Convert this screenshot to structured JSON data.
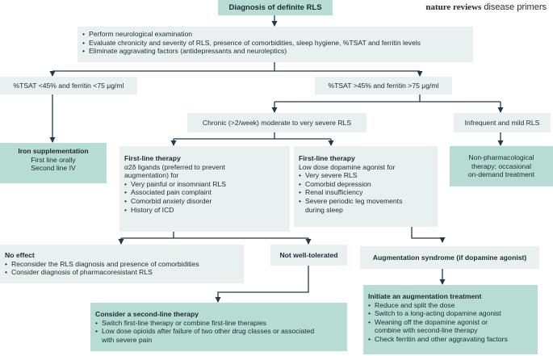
{
  "brand": {
    "bold": "nature reviews",
    "rest": " disease primers"
  },
  "title": "Diagnosis of definite RLS",
  "initial_steps": [
    "Perform neurological examination",
    "Evaluate chronicity and severity of RLS, presence of comorbidities, sleep hygiene, %TSAT and ferritin levels",
    "Eliminate aggravating factors (antidepressants and neuroleptics)"
  ],
  "branch_low": "%TSAT <45% and ferritin <75 μg/ml",
  "branch_high": "%TSAT >45% and ferritin >75 μg/ml",
  "iron": {
    "title": "Iron supplementation",
    "line1": "First line orally",
    "line2": "Second line IV"
  },
  "chronic": "Chronic (>2/week) moderate to very severe RLS",
  "infrequent": "Infrequent and mild RLS",
  "nonpharm": {
    "line1": "Non-pharmacological",
    "line2": "therapy; occasional",
    "line3": "on-demand treatment"
  },
  "first_line_a": {
    "title": "First-line therapy",
    "intro": "α2δ ligands (preferred to prevent augmentation) for",
    "items": [
      "Very painful or insomniant RLS",
      "Associated pain complaint",
      "Comorbid anxiety disorder",
      "History of ICD"
    ]
  },
  "first_line_b": {
    "title": "First-line therapy",
    "intro": "Low dose dopamine agonist for",
    "items": [
      "Very severe RLS",
      "Comorbid depression",
      "Renal insufficiency",
      "Severe periodic leg movements during sleep"
    ]
  },
  "no_effect": {
    "title": "No effect",
    "items": [
      "Reconsider the RLS diagnosis and presence of comorbidities",
      "Consider diagnosis of pharmacoresistant RLS"
    ]
  },
  "not_tolerated": "Not well-tolerated",
  "augmentation": "Augmentation syndrome (if dopamine agonist)",
  "second_line": {
    "title": "Consider a second-line therapy",
    "items": [
      "Switch first-line therapy or combine first-line therapies",
      "Low dose opioids after failure of two other drug classes or associated with severe pain"
    ]
  },
  "aug_treatment": {
    "title": "Initiate an augmentation treatment",
    "items": [
      "Reduce and split the dose",
      "Switch to a long-acting dopamine agonist",
      "Weaning off the dopamine agonist or combine with second-line therapy",
      "Check ferritin and other aggravating factors"
    ]
  }
}
